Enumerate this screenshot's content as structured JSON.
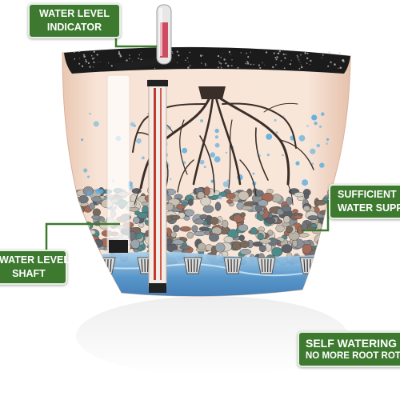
{
  "labels": {
    "indicator": [
      "WATER LEVEL",
      "INDICATOR"
    ],
    "sufficient": [
      "SUFFICIENT",
      "WATER SUPPLY"
    ],
    "shaft": [
      "WATER LEVEL",
      "SHAFT"
    ],
    "self_watering": [
      "SELF WATERING",
      "NO MORE ROOT ROT"
    ]
  },
  "colors": {
    "label_bg": "#3d7a2f",
    "label_text": "#ffffff",
    "leader_line": "#3d7a2f",
    "pot_body": "#f5dfcf",
    "soil_top": "#1b1b1b",
    "roots": "#3a2e28",
    "water": "#4a8fc8",
    "root_dots": "#5aaee0"
  },
  "icons": [
    "water-level-indicator-gauge",
    "root-system",
    "water-droplets",
    "water-level-shaft",
    "water-reservoir"
  ]
}
